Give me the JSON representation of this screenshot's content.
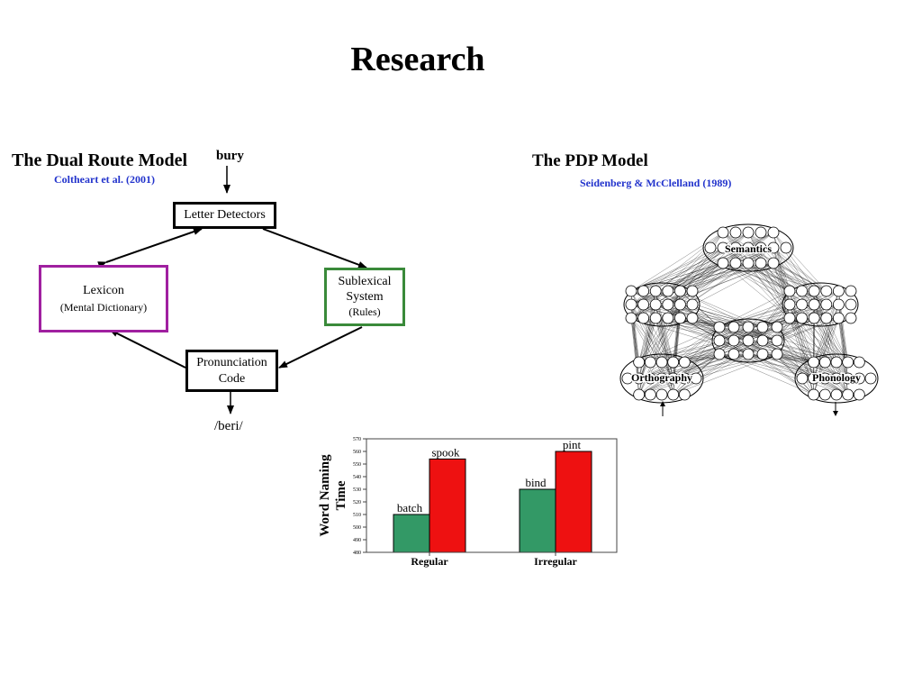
{
  "title": "Research",
  "dual_route": {
    "title": "The Dual Route Model",
    "citation": "Coltheart et al. (2001)",
    "input_word": "bury",
    "boxes": {
      "letter_detectors": "Letter Detectors",
      "lexicon": {
        "line1": "Lexicon",
        "line2": "(Mental Dictionary)"
      },
      "sublexical": {
        "line1": "Sublexical",
        "line2": "System",
        "line3": "(Rules)"
      },
      "pronunciation": {
        "line1": "Pronunciation",
        "line2": "Code"
      }
    },
    "output": "/beri/",
    "colors": {
      "lexicon_border": "#a020a0",
      "sublexical_border": "#3a8a3a"
    }
  },
  "pdp": {
    "title": "The PDP Model",
    "citation": "Seidenberg & McClelland (1989)",
    "pools": {
      "semantics": "Semantics",
      "orthography": "Orthography",
      "phonology": "Phonology"
    }
  },
  "chart_data": {
    "type": "bar",
    "ylabel_line1": "Word Naming",
    "ylabel_line2": "Time",
    "ylim": [
      480,
      570
    ],
    "yticks": [
      480,
      490,
      500,
      510,
      520,
      530,
      540,
      550,
      560,
      570
    ],
    "categories": [
      "Regular",
      "Irregular"
    ],
    "groups": [
      {
        "category": "Regular",
        "bars": [
          {
            "label": "batch",
            "value": 510,
            "color": "#339966"
          },
          {
            "label": "spook",
            "value": 554,
            "color": "#ee1111"
          }
        ]
      },
      {
        "category": "Irregular",
        "bars": [
          {
            "label": "bind",
            "value": 530,
            "color": "#339966"
          },
          {
            "label": "pint",
            "value": 560,
            "color": "#ee1111"
          }
        ]
      }
    ]
  }
}
